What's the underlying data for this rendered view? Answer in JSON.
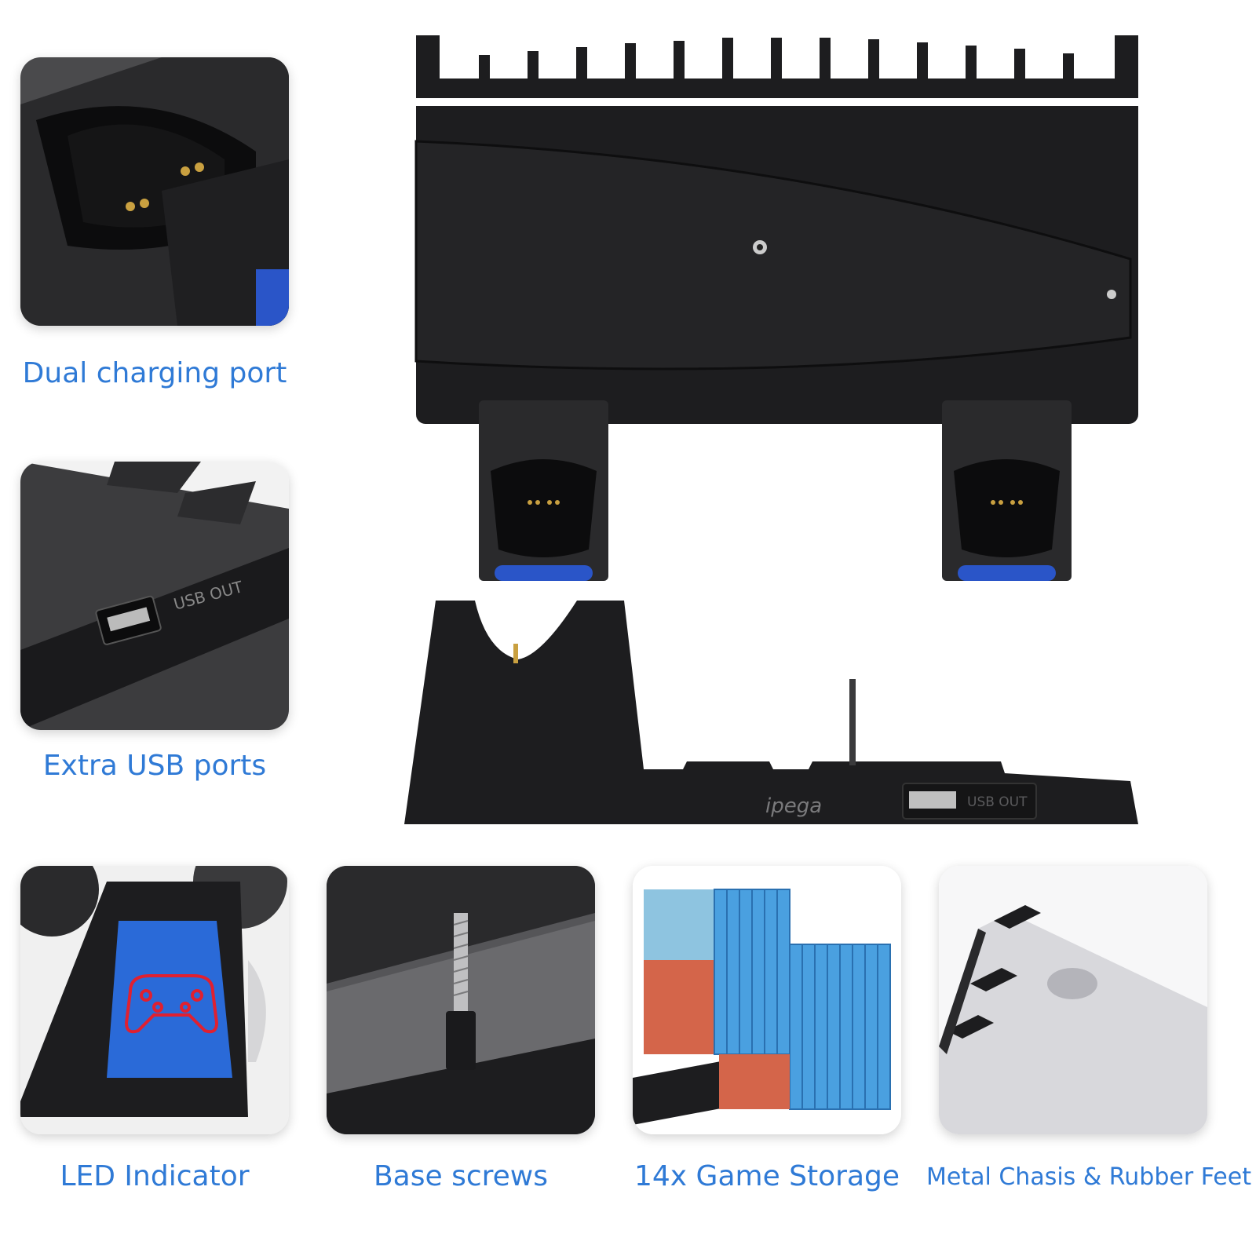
{
  "features": [
    {
      "caption": "Dual charging port"
    },
    {
      "caption": "Extra USB ports"
    },
    {
      "caption": "LED Indicator"
    },
    {
      "caption": "Base screws"
    },
    {
      "caption": "14x Game Storage"
    },
    {
      "caption": "Metal Chasis & Rubber Feet"
    }
  ],
  "product": {
    "brand": "ipega",
    "port_label": "USB OUT"
  },
  "colors": {
    "caption": "#2f7ad6",
    "plastic": "#1d1d1f",
    "led_blue": "#2a6ad8",
    "led_red": "#e02030",
    "game_case": "#4aa0e0"
  }
}
